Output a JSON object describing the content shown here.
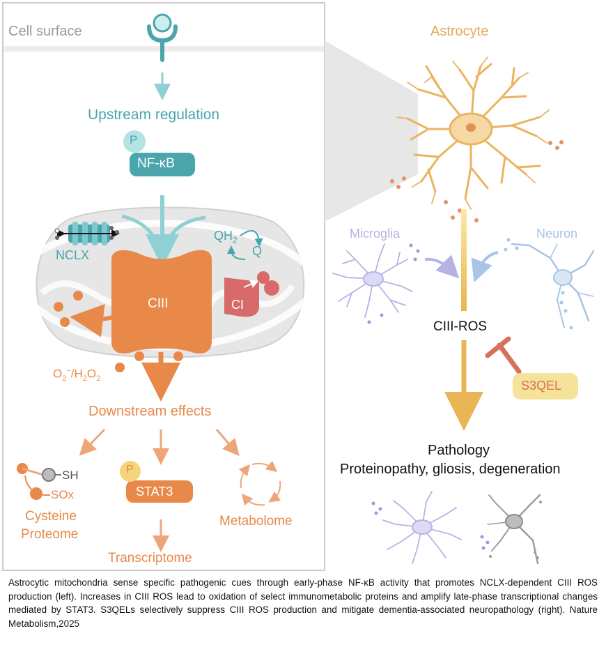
{
  "left_panel": {
    "cell_surface": "Cell surface",
    "upstream_regulation": "Upstream regulation",
    "phospho_label": "P",
    "nfkb": "NF-κB",
    "nclx": "NCLX",
    "qh2": "QH",
    "qh2_sub": "2",
    "q": "Q",
    "ciii": "CIII",
    "ci": "CI",
    "ros_o2": "O",
    "ros_o2_sub": "2",
    "ros_o2_sup": "−",
    "ros_sep": "/H",
    "ros_h_sub": "2",
    "ros_o": "O",
    "ros_o_sub": "2",
    "downstream_effects": "Downstream effects",
    "sh": "SH",
    "sox": "SOx",
    "cysteine_proteome": [
      "Cysteine",
      "Proteome"
    ],
    "stat3_p": "P",
    "stat3": "STAT3",
    "metabolome": "Metabolome",
    "transcriptome": "Transcriptome"
  },
  "right_panel": {
    "astrocyte": "Astrocyte",
    "microglia": "Microglia",
    "neuron": "Neuron",
    "ciii_ros": "CIII-ROS",
    "s3qel": "S3QEL",
    "pathology": "Pathology",
    "pathology_detail": "Proteinopathy, gliosis, degeneration"
  },
  "caption": "Astrocytic mitochondria sense specific pathogenic cues through early-phase NF-κB activity that promotes NCLX-dependent CIII ROS production (left). Increases in CIII ROS lead to oxidation of select immunometabolic proteins and amplify late-phase transcriptional changes mediated by STAT3. S3QELs selectively suppress CIII ROS production and mitigate dementia-associated neuropathology (right). Nature Metabolism,2025",
  "colors": {
    "teal": "#4aa5ad",
    "orange": "#e8894a",
    "red": "#d96a6b",
    "astro": "#e2ab5a",
    "glia_purple": "#b5b3e3",
    "neuron_blue": "#a8c4e6",
    "s3qel_fill": "#f5e39a"
  }
}
